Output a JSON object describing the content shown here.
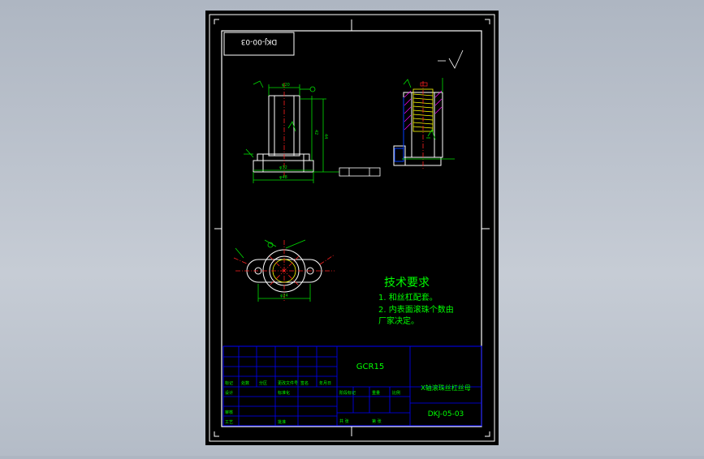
{
  "drawing": {
    "code_rotated": "DKJ-00-03",
    "tech_title": "技术要求",
    "tech_line1": "1. 和丝杠配套。",
    "tech_line2": "2. 内表面滚珠个数由",
    "tech_line3": "厂家决定。",
    "material": "GCR15",
    "part_name": "X轴滚珠丝杠丝母",
    "part_code": "DKJ-05-03"
  },
  "colors": {
    "sheet": "#000000",
    "border": "#ffffff",
    "geometry": "#ffffff",
    "dimension": "#00e000",
    "titleblock": "#0000ff",
    "centerline": "#ff2020",
    "accent": "#ffff00",
    "hatch": "#ff00ff",
    "textgreen": "#00ff00"
  }
}
